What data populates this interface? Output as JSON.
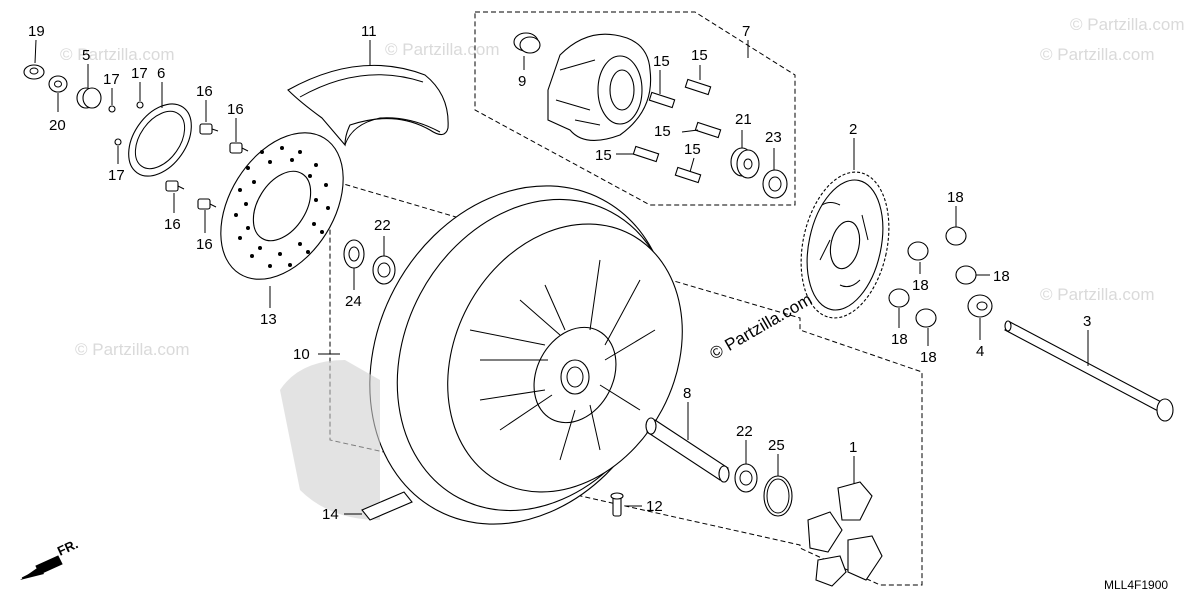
{
  "callouts": [
    "1",
    "2",
    "3",
    "4",
    "5",
    "6",
    "7",
    "8",
    "9",
    "10",
    "11",
    "12",
    "13",
    "14",
    "15",
    "16",
    "17",
    "18",
    "19",
    "20",
    "21",
    "22",
    "23",
    "24",
    "25"
  ],
  "watermark": "© Partzilla.com",
  "center_watermark": "© Partzilla.com",
  "direction_label": "FR.",
  "diagram_code": "MLL4F1900"
}
